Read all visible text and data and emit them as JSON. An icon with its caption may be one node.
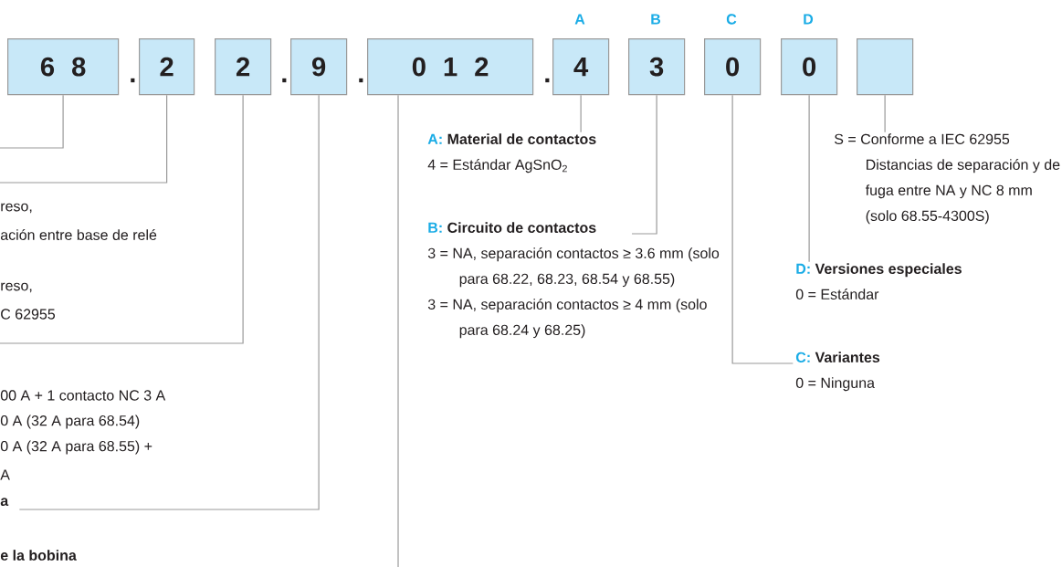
{
  "diagram": {
    "nodes": [
      {
        "text": [
          "6 8"
        ]
      },
      {
        "text": [
          "2"
        ]
      },
      {
        "text": [
          "2"
        ]
      },
      {
        "text": [
          "9"
        ]
      },
      {
        "text": [
          "0 1 2"
        ]
      },
      {
        "text": [
          "4"
        ],
        "beside": [
          "A"
        ]
      },
      {
        "text": [
          "3"
        ],
        "beside": [
          "B"
        ]
      },
      {
        "text": [
          "0"
        ],
        "beside": [
          "C"
        ]
      },
      {
        "text": [
          "0"
        ],
        "beside": [
          "D"
        ]
      },
      {
        "text": [],
        "shape": "box"
      },
      {
        "text": [
          "A:",
          "Material de contactos",
          "4 = Estándar AgSnO$_{2}$"
        ]
      },
      {
        "text": [
          "B:",
          "Circuito de contactos",
          "3 = NA, separación contactos ≥ 3.6 mm (solo para 68.22, 68.23, 68.54 y 68.55)",
          "3 = NA, separación contactos ≥ 4 mm (solo para 68.24 y 68.25)"
        ]
      },
      {
        "text": [
          "C:",
          "Variantes",
          "0 = Ninguna"
        ]
      },
      {
        "text": [
          "D:",
          "Versiones especiales",
          "0 = Estándar"
        ]
      },
      {
        "text": [
          "S = Conforme a IEC 62955 Distancias de separación y de fuga entre NA y NC 8 mm (solo 68.55-4300S)"
        ]
      },
      {
        "text": [
          "a"
        ]
      }
    ],
    "edges": [
      {
        "from": 0,
        "to": null,
        "arrow": "none"
      },
      {
        "from": 1,
        "to": null,
        "arrow": "none"
      },
      {
        "from": 2,
        "to": null,
        "arrow": "none"
      },
      {
        "from": 3,
        "to": 15,
        "arrow": "none"
      },
      {
        "from": 4,
        "to": null,
        "arrow": "none"
      },
      {
        "from": 5,
        "to": 10,
        "arrow": "none"
      },
      {
        "from": 6,
        "to": 11,
        "arrow": "none"
      },
      {
        "from": 7,
        "to": 12,
        "arrow": "none"
      },
      {
        "from": 8,
        "to": 13,
        "arrow": "none"
      },
      {
        "from": 9,
        "to": 14,
        "arrow": "none"
      }
    ],
    "labels": [
      ".",
      ".",
      ".",
      ".",
      "reso,",
      "ación entre base de relé",
      "reso,",
      "C 62955",
      "00 A + 1 contacto NC 3 A",
      "0 A (32 A para 68.54)",
      "0 A (32 A para 68.55) +",
      "A",
      "e la bobina"
    ]
  }
}
